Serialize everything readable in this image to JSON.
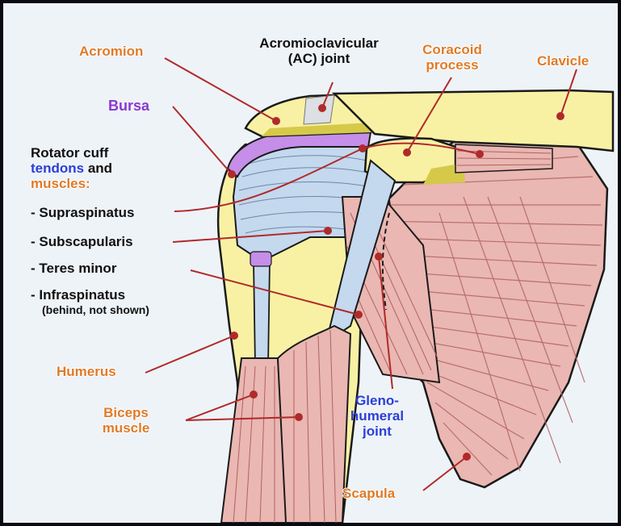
{
  "labels": {
    "acromion": "Acromion",
    "ac_joint_line1": "Acromioclavicular",
    "ac_joint_line2": "(AC) joint",
    "coracoid_line1": "Coracoid",
    "coracoid_line2": "process",
    "clavicle": "Clavicle",
    "bursa": "Bursa",
    "rotator_line1": "Rotator cuff",
    "rotator_tendons": "tendons",
    "rotator_and": " and",
    "rotator_muscles": "muscles:",
    "supraspinatus": "- Supraspinatus",
    "subscapularis": "- Subscapularis",
    "teres_minor": "- Teres minor",
    "infraspinatus": "- Infraspinatus",
    "infraspinatus_note": "(behind, not shown)",
    "humerus": "Humerus",
    "biceps_line1": "Biceps",
    "biceps_line2": "muscle",
    "gleno_line1": "Gleno-",
    "gleno_line2": "humeral",
    "gleno_line3": "joint",
    "scapula": "Scapula"
  },
  "colors": {
    "bone": "#f8f1a4",
    "bone_outline": "#1a1a1a",
    "muscle": "#eab7b2",
    "muscle_line": "#b06262",
    "tendon": "#c4d8ee",
    "bursa": "#c58ee8",
    "cartilage": "#d6c94a",
    "label_orange": "#e07a26",
    "label_purple": "#8a3ad0",
    "label_blue": "#2a3fd8",
    "leader": "#b02a2a"
  }
}
